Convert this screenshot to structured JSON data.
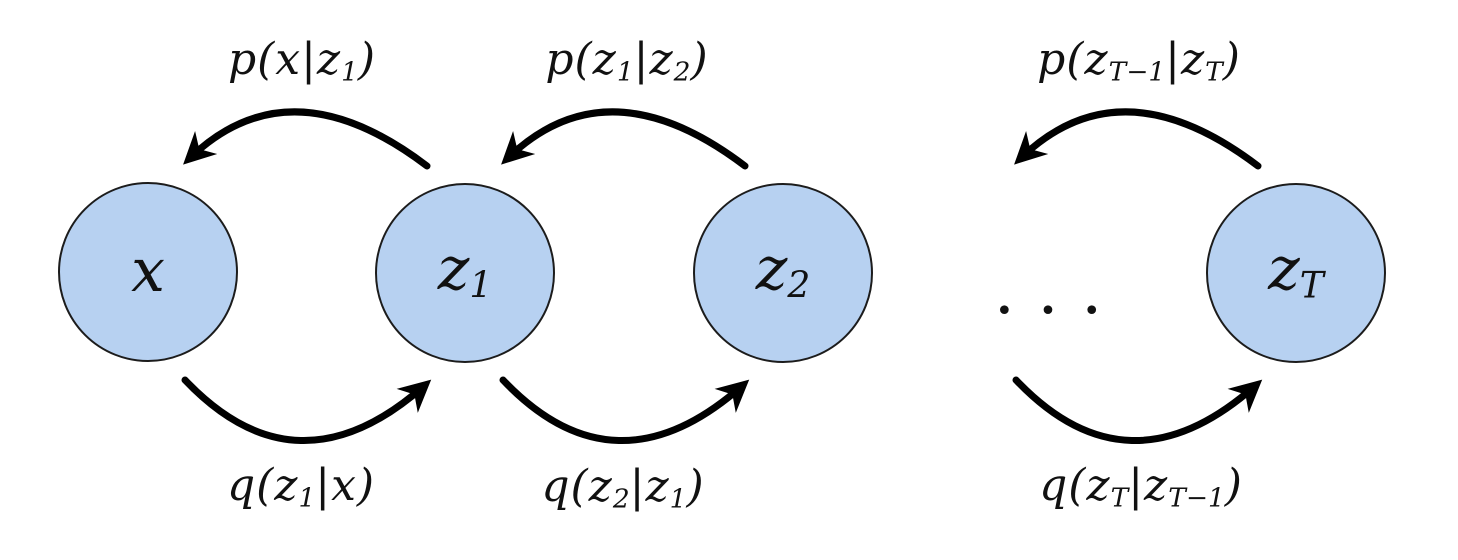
{
  "colors": {
    "background": "#ffffff",
    "node_fill": "#b7d1f1",
    "node_stroke": "#1c1c1c",
    "arrow": "#000000",
    "text": "#111111"
  },
  "diagram": {
    "nodes": [
      {
        "id": "x",
        "label": "x"
      },
      {
        "id": "z1",
        "label": "z_{1}"
      },
      {
        "id": "z2",
        "label": "z_{2}"
      },
      {
        "id": "zT",
        "label": "z_{T}"
      }
    ],
    "ellipsis": "•••",
    "edges_top": [
      {
        "label": "p(x|z_{1})",
        "from": "z1",
        "to": "x",
        "direction": "left"
      },
      {
        "label": "p(z_{1}|z_{2})",
        "from": "z2",
        "to": "z1",
        "direction": "left"
      },
      {
        "label": "p(z_{T−1}|z_{T})",
        "from": "zT",
        "to": "ellipsis",
        "direction": "left"
      }
    ],
    "edges_bottom": [
      {
        "label": "q(z_{1}|x)",
        "from": "x",
        "to": "z1",
        "direction": "right"
      },
      {
        "label": "q(z_{2}|z_{1})",
        "from": "z1",
        "to": "z2",
        "direction": "right"
      },
      {
        "label": "q(z_{T}|z_{T−1})",
        "from": "ellipsis",
        "to": "zT",
        "direction": "right"
      }
    ]
  }
}
